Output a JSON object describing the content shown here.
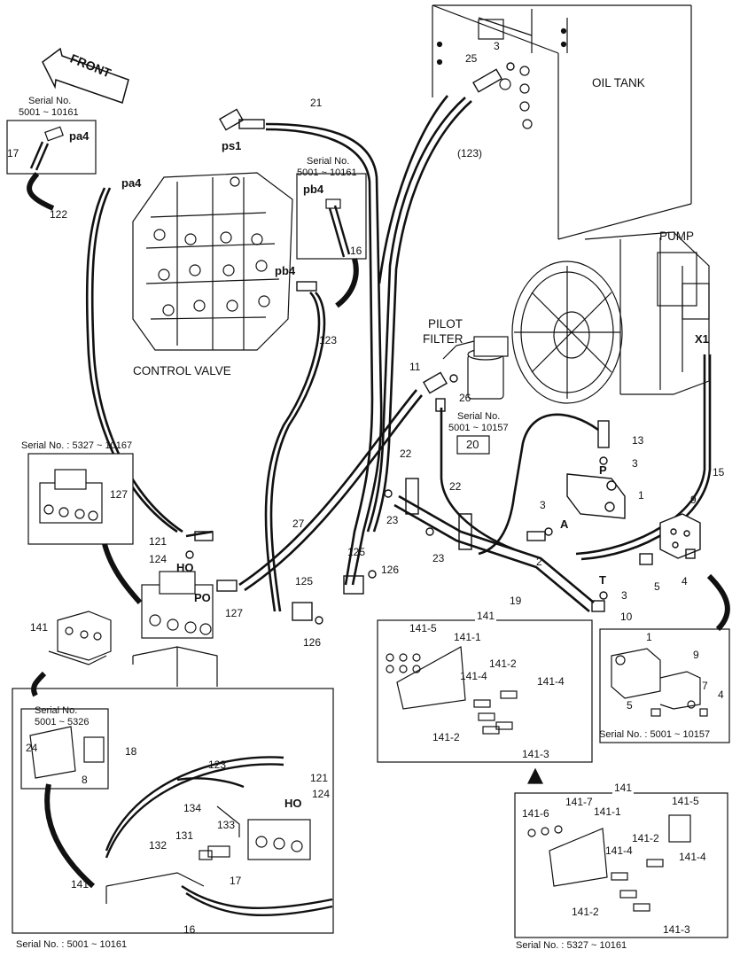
{
  "front": "FRONT",
  "titles": {
    "oil_tank": "OIL TANK",
    "pump": "PUMP",
    "control_valve": "CONTROL VALVE",
    "pilot_filter_1": "PILOT",
    "pilot_filter_2": "FILTER"
  },
  "serials": {
    "s_5001_10161": "Serial No.",
    "s_5001_10161_range": "5001 ~ 10161",
    "s_pb4": "Serial No.",
    "s_pb4_range": "5001 ~ 10161",
    "s_20": "Serial No.",
    "s_20_range": "5001 ~ 10157",
    "s_127": "Serial No. : 5327 ~ 10167",
    "s_bottom_left": "Serial No. : 5001 ~ 10161",
    "s_inset_8": "Serial No.",
    "s_inset_8_range": "5001 ~ 5326",
    "s_right_mid": "Serial No. : 5001 ~ 10157",
    "s_bottom_right": "Serial No. : 5327 ~ 10161"
  },
  "ports": {
    "pa4_a": "pa4",
    "pa4_b": "pa4",
    "ps1": "ps1",
    "pb4_a": "pb4",
    "pb4_b": "pb4",
    "ho_a": "HO",
    "ho_b": "HO",
    "po": "PO",
    "x1": "X1",
    "p": "P",
    "a": "A",
    "t": "T"
  },
  "callouts": {
    "c3_top": "3",
    "c25": "25",
    "c21": "21",
    "c123_paren": "(123)",
    "c17_a": "17",
    "c122": "122",
    "c16_a": "16",
    "c123_a": "123",
    "c11": "11",
    "c26": "26",
    "c20": "20",
    "c13": "13",
    "c3_b": "3",
    "c15": "15",
    "c22_a": "22",
    "c22_b": "22",
    "c23_a": "23",
    "c23_b": "23",
    "c1": "1",
    "c3_c": "3",
    "c9": "9",
    "c2": "2",
    "c127_a": "127",
    "c121_a": "121",
    "c124_a": "124",
    "c27": "27",
    "c125_a": "125",
    "c125_b": "125",
    "c126_a": "126",
    "c126_b": "126",
    "c5": "5",
    "c4": "4",
    "c3_d": "3",
    "c10": "10",
    "c19": "19",
    "c127_b": "127",
    "c141_a": "141",
    "c141_box": "141",
    "c141_5": "141-5",
    "c141_1": "141-1",
    "c141_2a": "141-2",
    "c141_4a": "141-4",
    "c141_4b": "141-4",
    "c141_2b": "141-2",
    "c141_3": "141-3",
    "c1_r": "1",
    "c9_r": "9",
    "c7_r": "7",
    "c4_r": "4",
    "c5_r": "5",
    "c24": "24",
    "c8": "8",
    "c18": "18",
    "c123_b": "123",
    "c121_b": "121",
    "c124_b": "124",
    "c134": "134",
    "c133": "133",
    "c131": "131",
    "c132": "132",
    "c141_b": "141",
    "c17_b": "17",
    "c16_b": "16",
    "c141_br": "141",
    "c141_5br": "141-5",
    "c141_7": "141-7",
    "c141_6": "141-6",
    "c141_1br": "141-1",
    "c141_2br": "141-2",
    "c141_4br": "141-4",
    "c141_4br2": "141-4",
    "c141_2br2": "141-2",
    "c141_3br": "141-3"
  }
}
